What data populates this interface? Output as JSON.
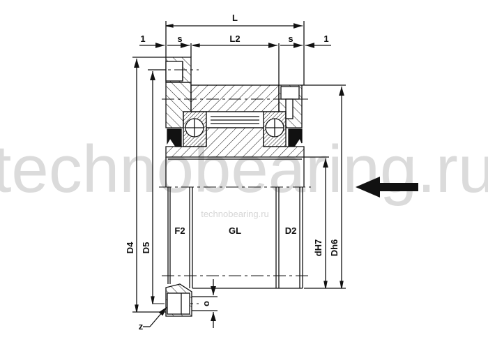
{
  "watermark": "technobearing.ru",
  "labels": {
    "L": "L",
    "L2": "L2",
    "s_left": "s",
    "s_right": "s",
    "one_left": "1",
    "one_right": "1",
    "D4": "D4",
    "D5": "D5",
    "dH7": "dH7",
    "Dh6": "Dh6",
    "F2": "F2",
    "GL": "GL",
    "D2": "D2",
    "o": "o",
    "z": "z"
  },
  "icons": {
    "direction_arrow": "arrow-left-icon"
  },
  "colors": {
    "line": "#111111",
    "watermark": "#cfcfcf"
  }
}
